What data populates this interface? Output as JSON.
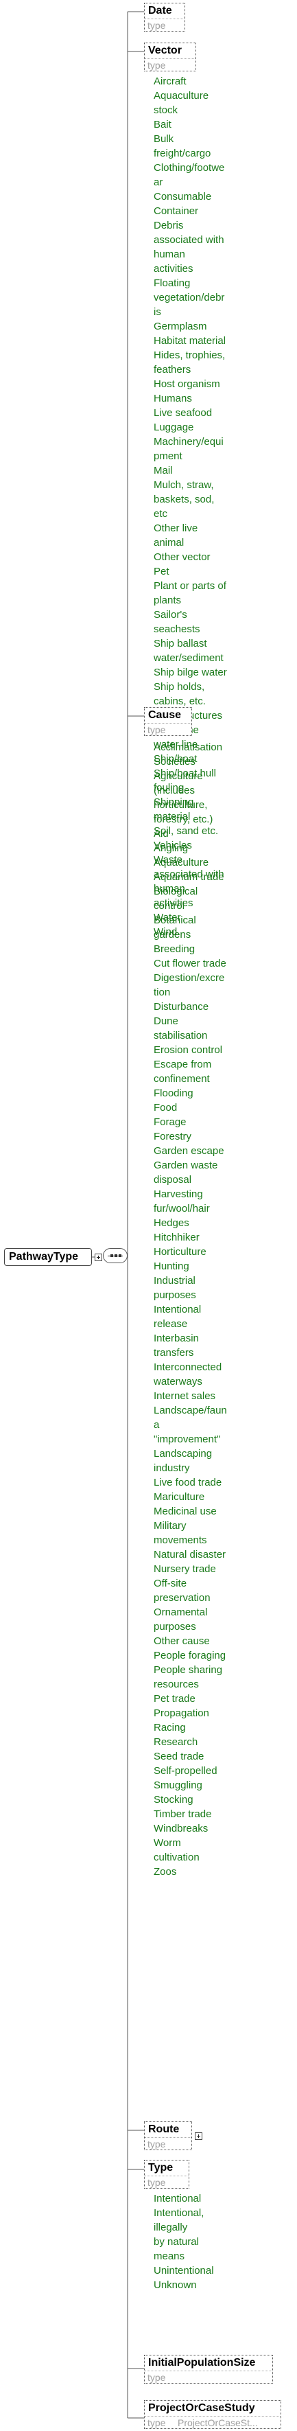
{
  "root": {
    "name": "PathwayType"
  },
  "type_label": "type",
  "elements": {
    "date": {
      "name": "Date"
    },
    "vector": {
      "name": "Vector",
      "values": [
        "Aircraft",
        "Aquaculture\nstock",
        "Bait",
        "Bulk\nfreight/cargo",
        "Clothing/footwe\nar",
        "Consumable",
        "Container",
        "Debris\nassociated with\nhuman\nactivities",
        "Floating\nvegetation/debr\nis",
        "Germplasm",
        "Habitat material",
        "Hides, trophies,\nfeathers",
        "Host organism",
        "Humans",
        "Live seafood",
        "Luggage",
        "Machinery/equi\npment",
        "Mail",
        "Mulch, straw,\nbaskets, sod,\netc",
        "Other live\nanimal",
        "Other vector",
        "Pet",
        "Plant or parts of\nplants",
        "Sailor's\nseachests",
        "Ship ballast\nwater/sediment",
        "Ship bilge water",
        "Ship holds,\ncabins, etc.",
        "Ship structures\nabove the\nwater line",
        "Ship/boat",
        "Ship/boat hull\nfouling",
        "Shipping\nmaterial",
        "Soil, sand etc.",
        "Vehicles",
        "Waste\nassociated with\nhuman\nactivities",
        "Water",
        "Wind"
      ]
    },
    "cause": {
      "name": "Cause",
      "values": [
        "Acclimatisation\nSocieties",
        "Agriculture\n(includes\nhorticulture,\nforestry, etc.)",
        "Aid",
        "Angling",
        "Aquaculture",
        "Aquarium trade",
        "Biological\ncontrol",
        "Botanical\ngardens",
        "Breeding",
        "Cut flower trade",
        "Digestion/excre\ntion",
        "Disturbance",
        "Dune\nstabilisation",
        "Erosion control",
        "Escape from\nconfinement",
        "Flooding",
        "Food",
        "Forage",
        "Forestry",
        "Garden escape",
        "Garden waste\ndisposal",
        "Harvesting\nfur/wool/hair",
        "Hedges",
        "Hitchhiker",
        "Horticulture",
        "Hunting",
        "Industrial\npurposes",
        "Intentional\nrelease",
        "Interbasin\ntransfers",
        "Interconnected\nwaterways",
        "Internet sales",
        "Landscape/faun\na\n\"improvement\"",
        "Landscaping\nindustry",
        "Live food trade",
        "Mariculture",
        "Medicinal use",
        "Military\nmovements",
        "Natural disaster",
        "Nursery trade",
        "Off-site\npreservation",
        "Ornamental\npurposes",
        "Other cause",
        "People foraging",
        "People sharing\nresources",
        "Pet trade",
        "Propagation",
        "Racing",
        "Research",
        "Seed trade",
        "Self-propelled",
        "Smuggling",
        "Stocking",
        "Timber trade",
        "Windbreaks",
        "Worm\ncultivation",
        "Zoos"
      ]
    },
    "route": {
      "name": "Route"
    },
    "type": {
      "name": "Type",
      "values": [
        "Intentional",
        "Intentional,\nillegally",
        "by natural\nmeans",
        "Unintentional",
        "Unknown"
      ]
    },
    "initial_population_size": {
      "name": "InitialPopulationSize"
    },
    "project_or_case_study": {
      "name": "ProjectOrCaseStudy",
      "type_value": "ProjectOrCaseSt..."
    }
  }
}
